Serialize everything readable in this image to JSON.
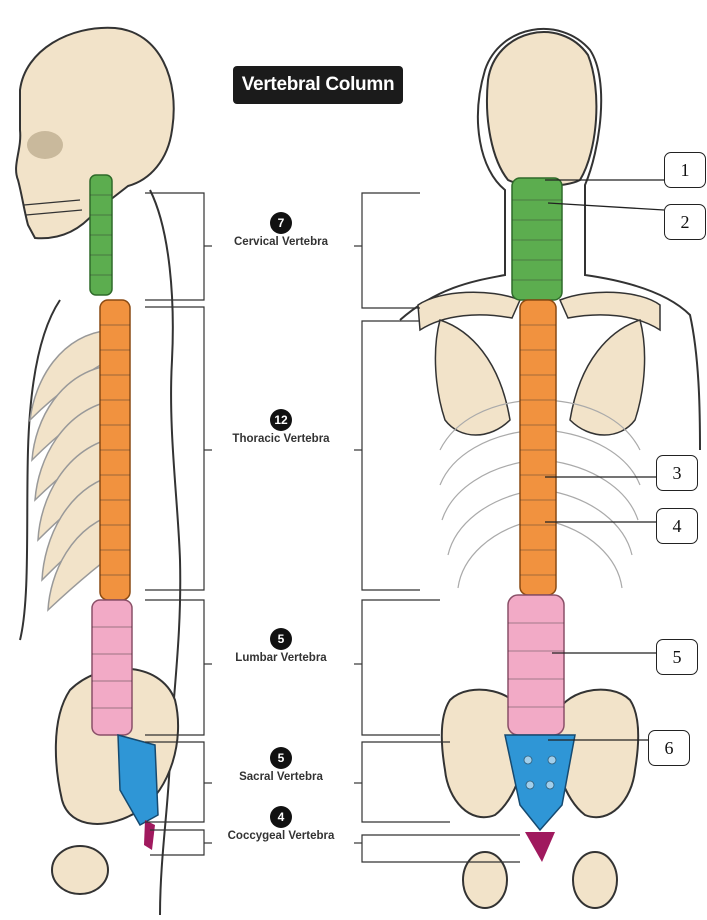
{
  "title": "Vertebral Column",
  "regions": [
    {
      "count": "7",
      "label": "Cervical Vertebra",
      "color": "#5cad4f"
    },
    {
      "count": "12",
      "label": "Thoracic Vertebra",
      "color": "#f1923f"
    },
    {
      "count": "5",
      "label": "Lumbar Vertebra",
      "color": "#f2aac6"
    },
    {
      "count": "5",
      "label": "Sacral Vertebra",
      "color": "#2f96d6"
    },
    {
      "count": "4",
      "label": "Coccygeal Vertebra",
      "color": "#a0195e"
    }
  ],
  "callouts": [
    "1",
    "2",
    "3",
    "4",
    "5",
    "6"
  ],
  "colors": {
    "bone": "#f2e3c9",
    "outline": "#333333",
    "title_bg": "#1b1b1b"
  }
}
